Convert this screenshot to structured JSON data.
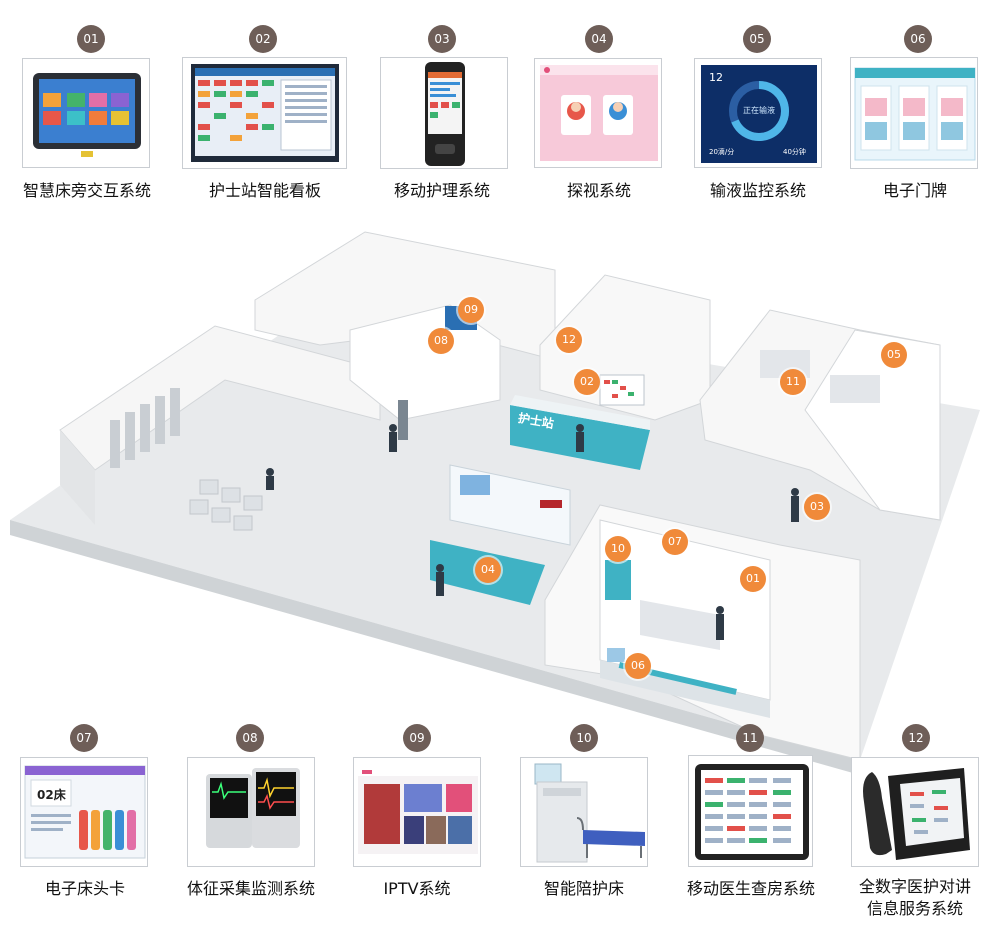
{
  "top_items": [
    {
      "num": "01",
      "label": "智慧床旁交互系统"
    },
    {
      "num": "02",
      "label": "护士站智能看板"
    },
    {
      "num": "03",
      "label": "移动护理系统"
    },
    {
      "num": "04",
      "label": "探视系统"
    },
    {
      "num": "05",
      "label": "输液监控系统"
    },
    {
      "num": "06",
      "label": "电子门牌"
    }
  ],
  "bottom_items": [
    {
      "num": "07",
      "label": "电子床头卡"
    },
    {
      "num": "08",
      "label": "体征采集监测系统"
    },
    {
      "num": "09",
      "label": "IPTV系统"
    },
    {
      "num": "10",
      "label": "智能陪护床"
    },
    {
      "num": "11",
      "label": "移动医生查房系统"
    },
    {
      "num": "12",
      "label": "全数字医护对讲",
      "label2": "信息服务系统"
    }
  ],
  "floor_markers": [
    "09",
    "08",
    "12",
    "02",
    "11",
    "05",
    "03",
    "07",
    "10",
    "01",
    "04",
    "06"
  ],
  "nurse_station_sign": "护士站",
  "screen_texts": {
    "infusion_number": "12",
    "infusion_center": "正在输液",
    "infusion_left": "20滴/分",
    "infusion_right": "40分钟",
    "bed_number": "02床"
  },
  "colors": {
    "marker": "#f08a3a",
    "number_badge": "#6e5e58",
    "teal": "#3fb2c4",
    "pink": "#f7c9d9",
    "blue": "#2a6fb3"
  }
}
